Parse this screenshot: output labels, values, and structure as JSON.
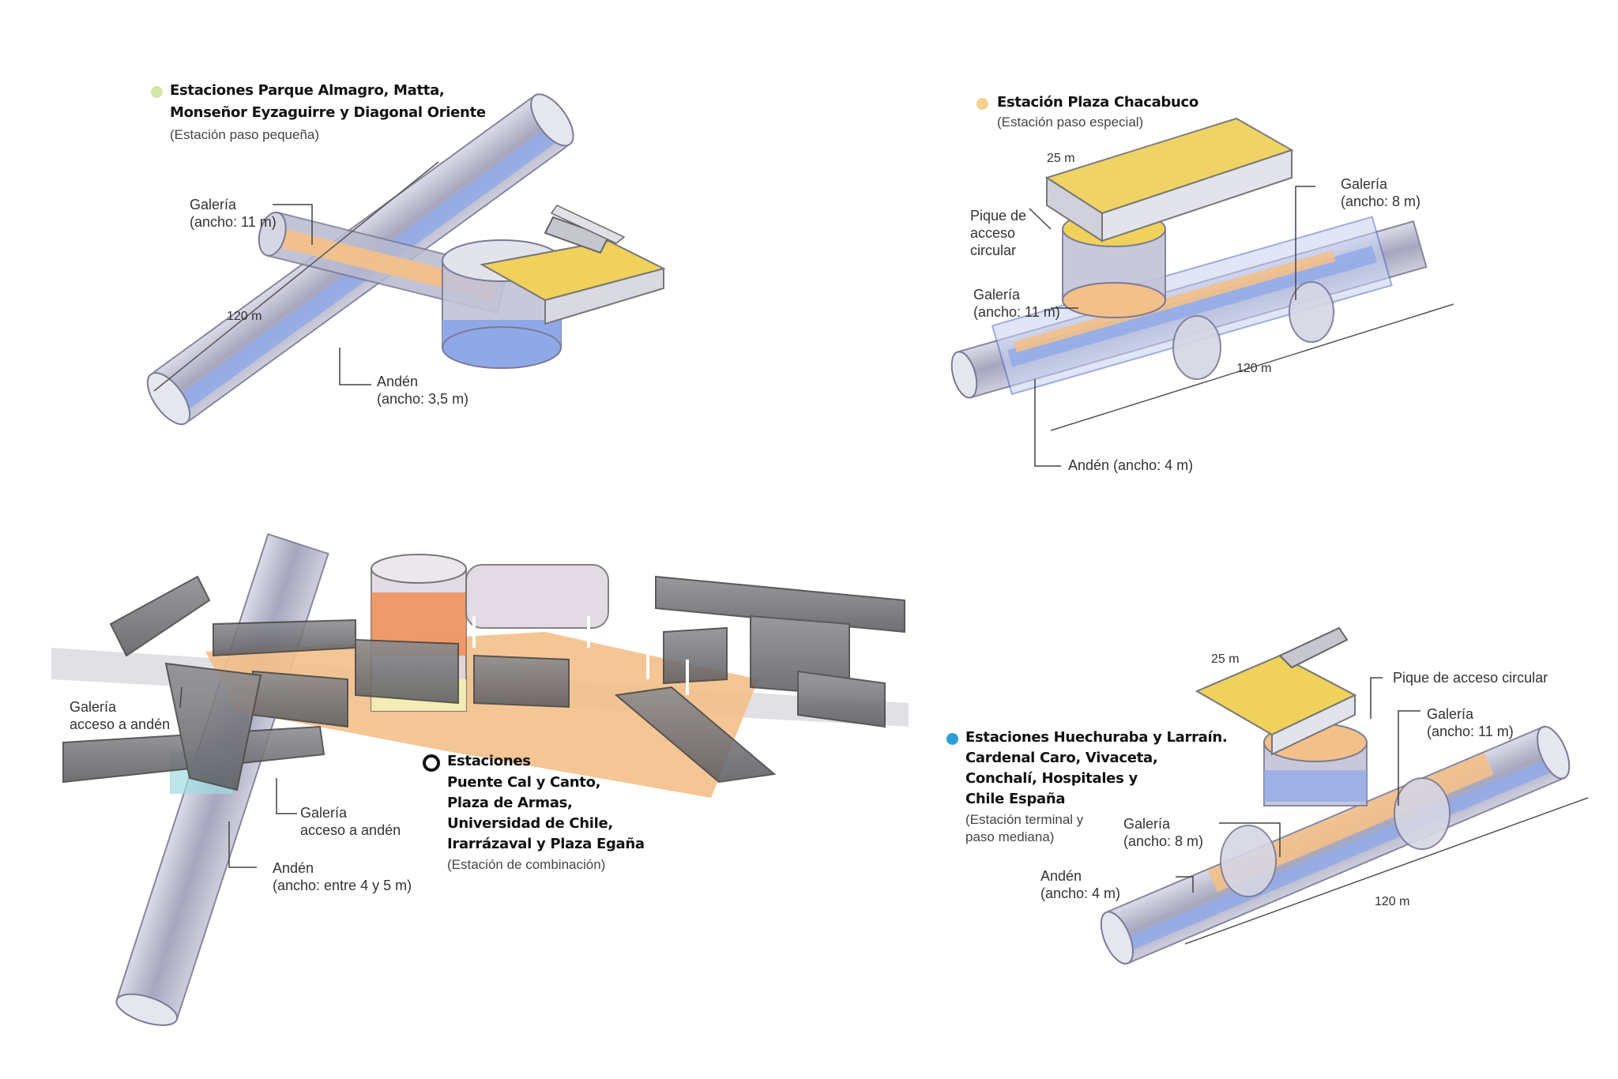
{
  "colors": {
    "legend_small": "#d4e5a6",
    "legend_special": "#f7cf8e",
    "legend_terminal": "#2a9fd6",
    "legend_combination": "#111111",
    "tube": "#a9a9c2",
    "platform": "#8fa9e8",
    "gallery": "#f3c08a",
    "concourse_yellow": "#efd15c",
    "structure_gray": "#6f6f73",
    "tank_orange": "#f08a4b"
  },
  "panel_small": {
    "title_line1": "Estaciones Parque Almagro, Matta,",
    "title_line2": "Monseñor Eyzaguirre y Diagonal Oriente",
    "subtitle": "(Estación paso pequeña)",
    "gallery_label_1": "Galería",
    "gallery_label_2": "(ancho: 11 m)",
    "length": "120 m",
    "platform_label_1": "Andén",
    "platform_label_2": "(ancho: 3,5 m)"
  },
  "panel_special": {
    "title": "Estación Plaza Chacabuco",
    "subtitle": "(Estación paso especial)",
    "width_top": "25 m",
    "shaft_label_1": "Pique de",
    "shaft_label_2": "acceso",
    "shaft_label_3": "circular",
    "gallery11_label_1": "Galería",
    "gallery11_label_2": "(ancho: 11 m)",
    "gallery8_label_1": "Galería",
    "gallery8_label_2": "(ancho: 8 m)",
    "length": "120 m",
    "platform_label": "Andén (ancho: 4 m)"
  },
  "panel_combination": {
    "gallery_access_top_1": "Galería",
    "gallery_access_top_2": "acceso a andén",
    "gallery_access_mid_1": "Galería",
    "gallery_access_mid_2": "acceso a andén",
    "platform_label_1": "Andén",
    "platform_label_2": "(ancho: entre 4 y 5 m)",
    "title_1": "Estaciones",
    "title_2": "Puente Cal y Canto,",
    "title_3": "Plaza de Armas,",
    "title_4": "Universidad de Chile,",
    "title_5": "Irarrázaval y Plaza Egaña",
    "subtitle": "(Estación de combinación)"
  },
  "panel_terminal": {
    "width_top": "25 m",
    "shaft_label": "Pique de acceso circular",
    "gallery11_label_1": "Galería",
    "gallery11_label_2": "(ancho: 11 m)",
    "title_1": "Estaciones Huechuraba y Larraín.",
    "title_2": "Cardenal Caro, Vivaceta,",
    "title_3": "Conchalí, Hospitales y",
    "title_4": "Chile España",
    "subtitle_1": "(Estación terminal y",
    "subtitle_2": "paso mediana)",
    "gallery8_label_1": "Galería",
    "gallery8_label_2": "(ancho: 8 m)",
    "platform_label_1": "Andén",
    "platform_label_2": "(ancho: 4 m)",
    "length": "120 m"
  }
}
